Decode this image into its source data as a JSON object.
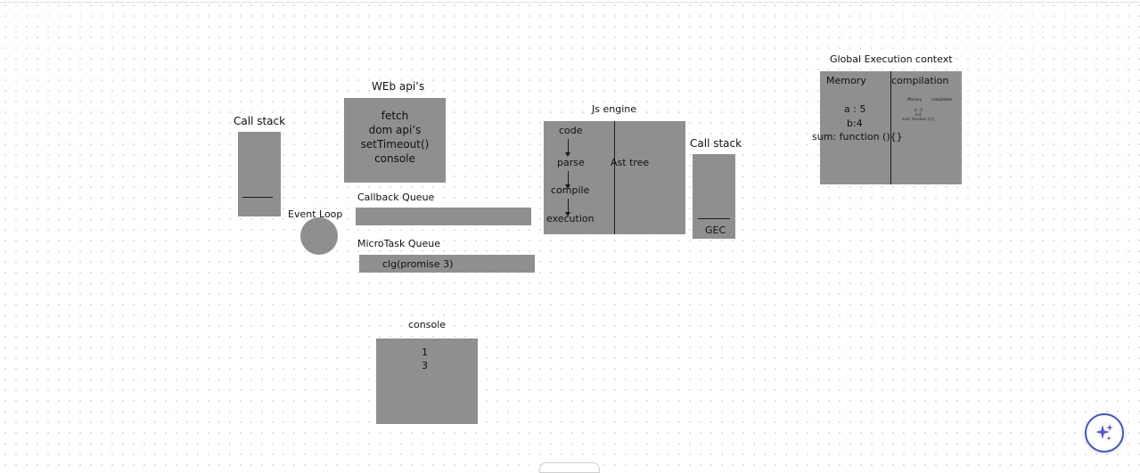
{
  "call_stack_left": {
    "title": "Call stack"
  },
  "event_loop": {
    "title": "Event Loop"
  },
  "web_apis": {
    "title": "WEb api’s",
    "items": [
      "fetch",
      "dom api’s",
      "setTimeout()",
      "console"
    ]
  },
  "callback_queue": {
    "title": "Callback Queue"
  },
  "microtask_queue": {
    "title": "MicroTask Queue",
    "item": "clg(promise 3)"
  },
  "js_engine": {
    "title": "Js engine",
    "steps": [
      "code",
      "parse",
      "compile",
      "execution"
    ],
    "side_label": "Ast tree"
  },
  "call_stack_right": {
    "title": "Call stack",
    "item": "GEC"
  },
  "gec": {
    "title": "Global Execution context",
    "memory_label": "Memory",
    "compilation_label": "compilation",
    "vars": [
      "a : 5",
      "b:4",
      "sum: function (){}"
    ],
    "mini": {
      "memory_label": "Memory",
      "compilation_label": "compilation",
      "vars": [
        "a : 5",
        "b:4",
        "sum: function (){}"
      ]
    }
  },
  "console": {
    "title": "console",
    "lines": [
      "1",
      "3"
    ]
  },
  "ai_button": {
    "icon": "sparkle-icon"
  },
  "colors": {
    "box": "#8f8f8f",
    "accent": "#3a56d4"
  }
}
